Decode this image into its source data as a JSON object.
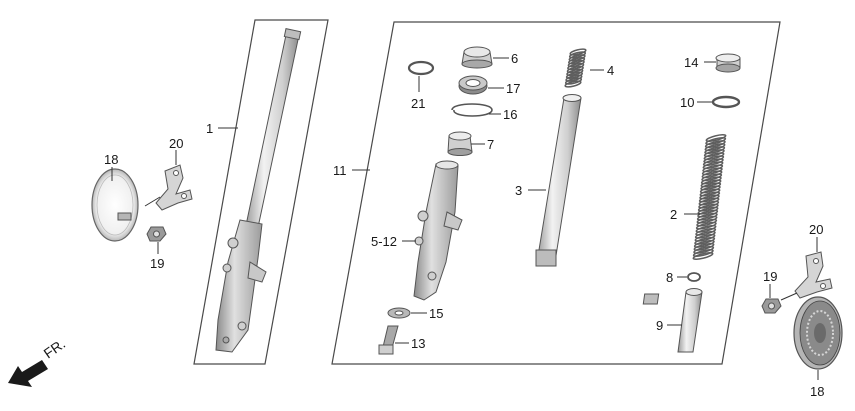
{
  "direction_label": "FR.",
  "callouts": {
    "c1": "1",
    "c2": "2",
    "c3": "3",
    "c4": "4",
    "c5_12": "5-12",
    "c6": "6",
    "c7": "7",
    "c8": "8",
    "c9": "9",
    "c10": "10",
    "c11": "11",
    "c13": "13",
    "c14": "14",
    "c15": "15",
    "c16": "16",
    "c17": "17",
    "c18_left": "18",
    "c18_right": "18",
    "c19_left": "19",
    "c19_right": "19",
    "c20_left": "20",
    "c20_right": "20",
    "c21": "21"
  },
  "colors": {
    "metal_light": "#e4e4e4",
    "metal_mid": "#bdbdbd",
    "metal_dark": "#7a7a7a",
    "spring": "#5e5e5e",
    "arrow": "#1a1a1a"
  }
}
